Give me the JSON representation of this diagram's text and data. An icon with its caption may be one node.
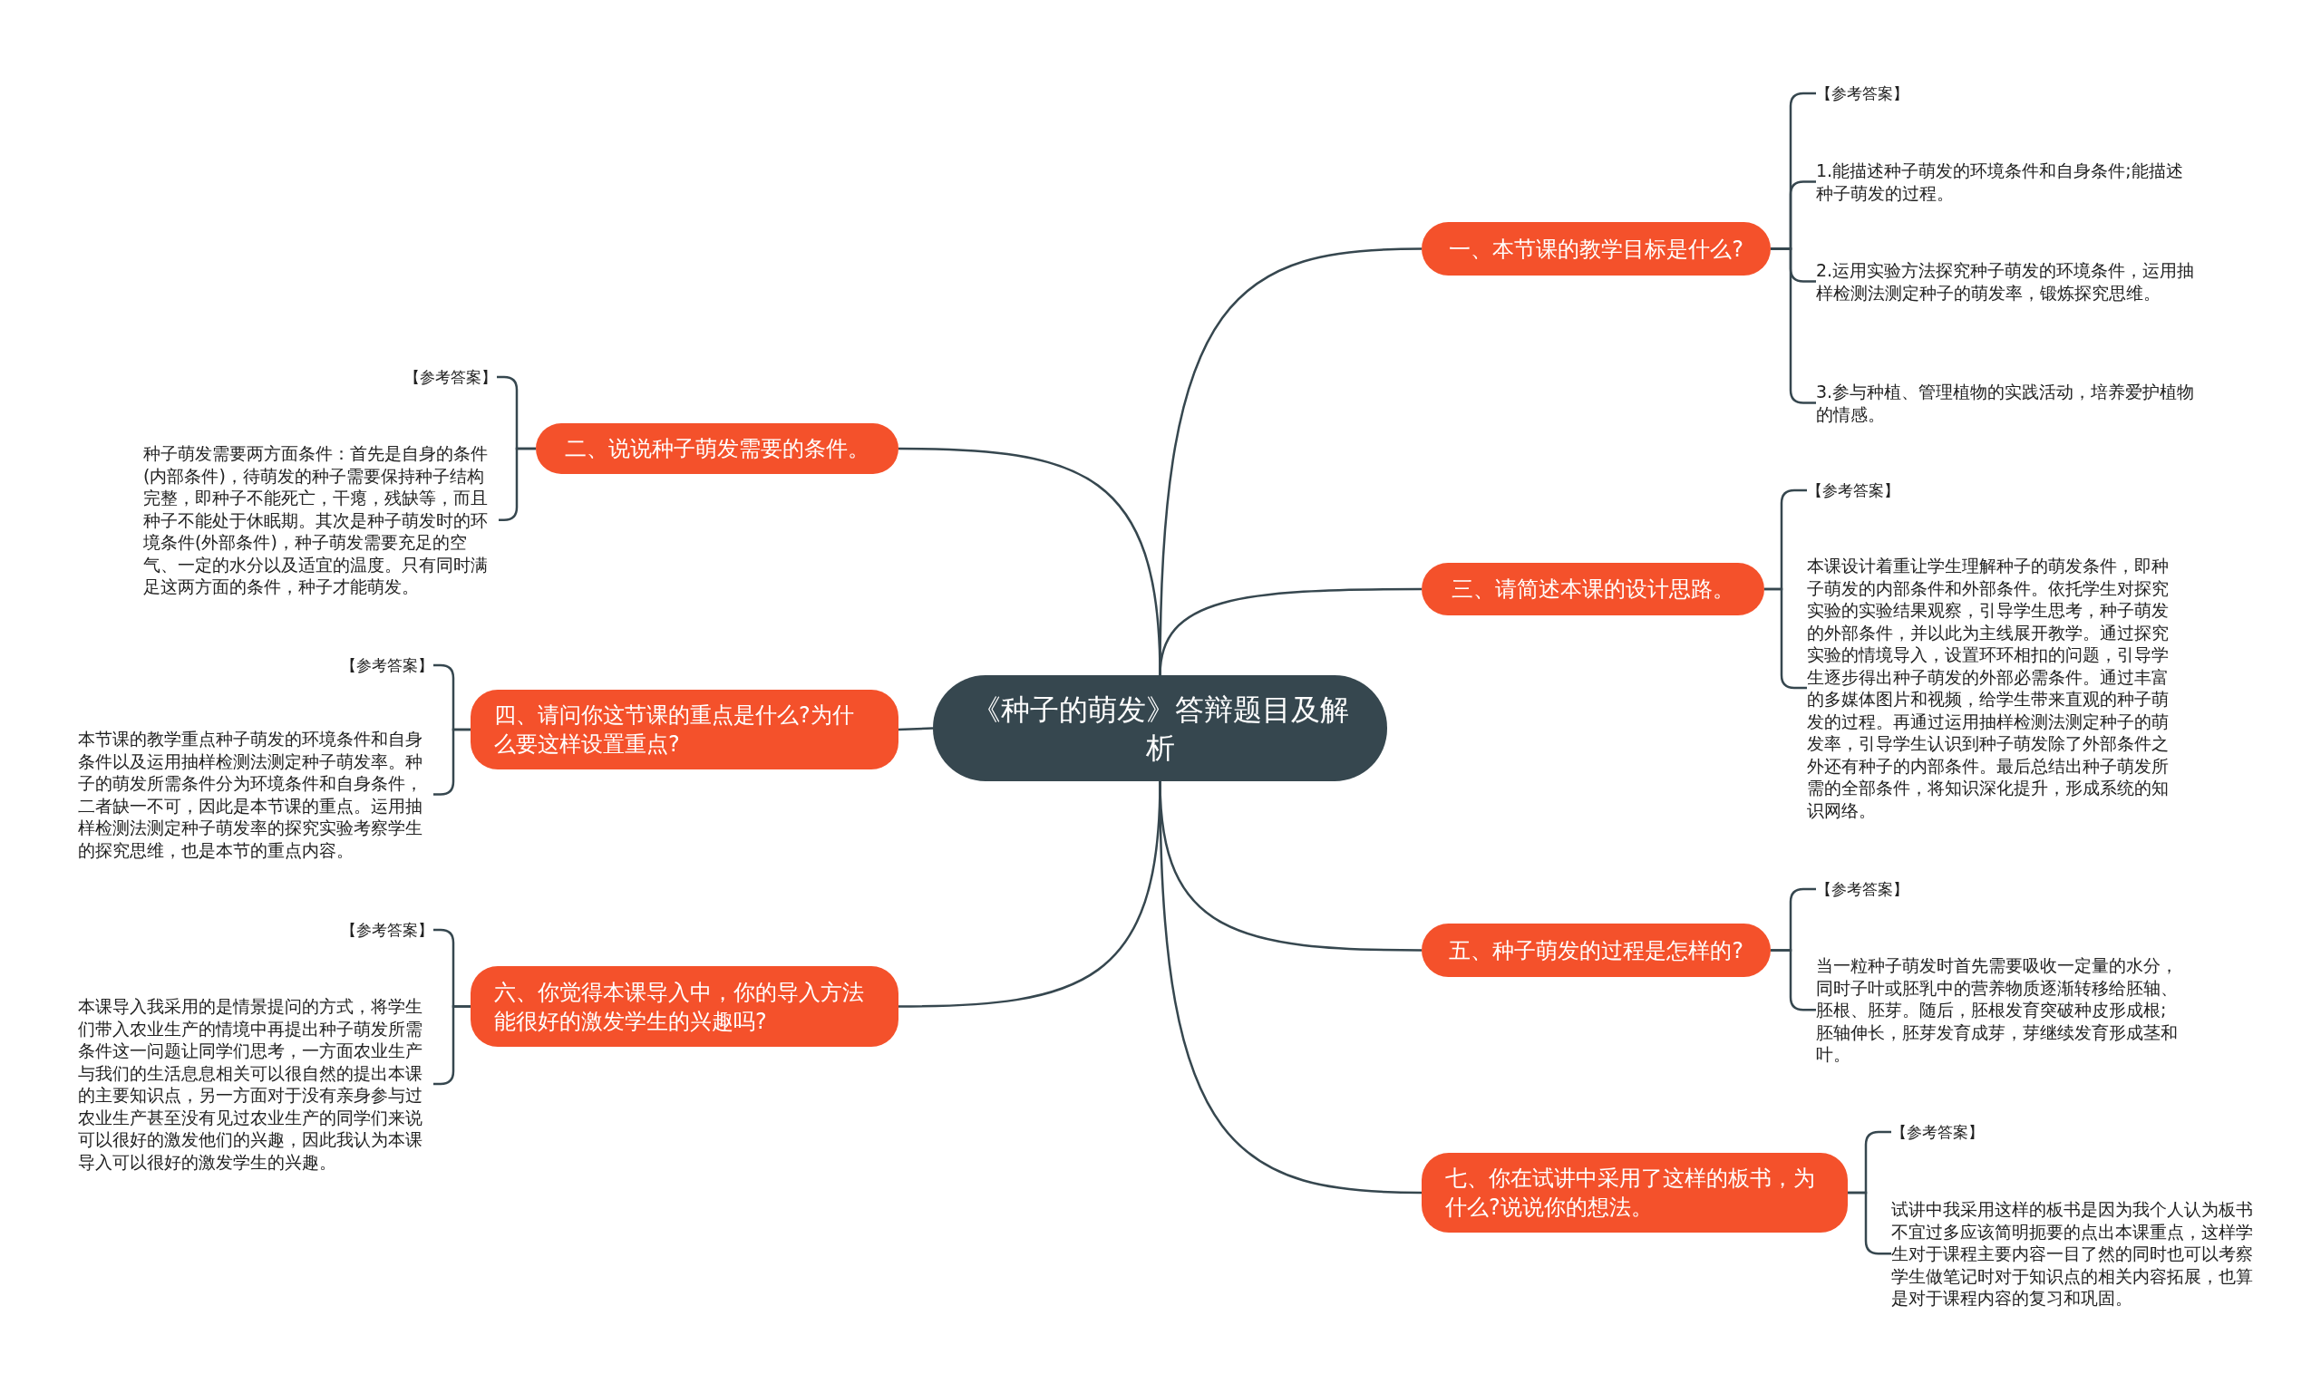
{
  "diagram": {
    "nodes": [
      {
        "text": [
          "《种子的萌发》答辩题目及解析"
        ]
      },
      {
        "text": [
          "一、本节课的教学目标是什么?"
        ]
      },
      {
        "text": [
          "【参考答案】"
        ]
      },
      {
        "text": [
          "1.能描述种子萌发的环境条件和自身条件;能描述种子萌发的过程。"
        ]
      },
      {
        "text": [
          "2.运用实验方法探究种子萌发的环境条件，运用抽样检测法测定种子的萌发率，锻炼探究思维。"
        ]
      },
      {
        "text": [
          "3.参与种植、管理植物的实践活动，培养爱护植物的情感。"
        ]
      },
      {
        "text": [
          "二、说说种子萌发需要的条件。"
        ]
      },
      {
        "text": [
          "【参考答案】"
        ]
      },
      {
        "text": [
          "种子萌发需要两方面条件：首先是自身的条件(内部条件)，待萌发的种子需要保持种子结构完整，即种子不能死亡，干瘪，残缺等，而且种子不能处于休眠期。其次是种子萌发时的环境条件(外部条件)，种子萌发需要充足的空气、一定的水分以及适宜的温度。只有同时满足这两方面的条件，种子才能萌发。"
        ]
      },
      {
        "text": [
          "三、请简述本课的设计思路。"
        ]
      },
      {
        "text": [
          "【参考答案】"
        ]
      },
      {
        "text": [
          "本课设计着重让学生理解种子的萌发条件，即种子萌发的内部条件和外部条件。依托学生对探究实验的实验结果观察，引导学生思考，种子萌发的外部条件，并以此为主线展开教学。通过探究实验的情境导入，设置环环相扣的问题，引导学生逐步得出种子萌发的外部必需条件。通过丰富的多媒体图片和视频，给学生带来直观的种子萌发的过程。再通过运用抽样检测法测定种子的萌发率，引导学生认识到种子萌发除了外部条件之外还有种子的内部条件。最后总结出种子萌发所需的全部条件，将知识深化提升，形成系统的知识网络。"
        ]
      },
      {
        "text": [
          "四、请问你这节课的重点是什么?为什么要这样设置重点?"
        ]
      },
      {
        "text": [
          "【参考答案】"
        ]
      },
      {
        "text": [
          "本节课的教学重点种子萌发的环境条件和自身条件以及运用抽样检测法测定种子萌发率。种子的萌发所需条件分为环境条件和自身条件，二者缺一不可，因此是本节课的重点。运用抽样检测法测定种子萌发率的探究实验考察学生的探究思维，也是本节的重点内容。"
        ]
      },
      {
        "text": [
          "五、种子萌发的过程是怎样的?"
        ]
      },
      {
        "text": [
          "【参考答案】"
        ]
      },
      {
        "text": [
          "当一粒种子萌发时首先需要吸收一定量的水分，同时子叶或胚乳中的营养物质逐渐转移给胚轴、胚根、胚芽。随后，胚根发育突破种皮形成根;胚轴伸长，胚芽发育成芽，芽继续发育形成茎和叶。"
        ]
      },
      {
        "text": [
          "六、你觉得本课导入中，你的导入方法能很好的激发学生的兴趣吗?"
        ]
      },
      {
        "text": [
          "【参考答案】"
        ]
      },
      {
        "text": [
          "本课导入我采用的是情景提问的方式，将学生们带入农业生产的情境中再提出种子萌发所需条件这一问题让同学们思考，一方面农业生产与我们的生活息息相关可以很自然的提出本课的主要知识点，另一方面对于没有亲身参与过农业生产甚至没有见过农业生产的同学们来说可以很好的激发他们的兴趣，因此我认为本课导入可以很好的激发学生的兴趣。"
        ]
      },
      {
        "text": [
          "七、你在试讲中采用了这样的板书，为什么?说说你的想法。"
        ]
      },
      {
        "text": [
          "【参考答案】"
        ]
      },
      {
        "text": [
          "试讲中我采用这样的板书是因为我个人认为板书不宜过多应该简明扼要的点出本课重点，这样学生对于课程主要内容一目了然的同时也可以考察学生做笔记时对于知识点的相关内容拓展，也算是对于课程内容的复习和巩固。"
        ]
      }
    ],
    "edges": [
      {
        "from": 0,
        "to": 1,
        "arrow": "none"
      },
      {
        "from": 0,
        "to": 6,
        "arrow": "none"
      },
      {
        "from": 0,
        "to": 9,
        "arrow": "none"
      },
      {
        "from": 0,
        "to": 12,
        "arrow": "none"
      },
      {
        "from": 0,
        "to": 15,
        "arrow": "none"
      },
      {
        "from": 0,
        "to": 18,
        "arrow": "none"
      },
      {
        "from": 0,
        "to": 21,
        "arrow": "none"
      },
      {
        "from": 1,
        "to": 2,
        "arrow": "none"
      },
      {
        "from": 1,
        "to": 3,
        "arrow": "none"
      },
      {
        "from": 1,
        "to": 4,
        "arrow": "none"
      },
      {
        "from": 1,
        "to": 5,
        "arrow": "none"
      },
      {
        "from": 6,
        "to": 7,
        "arrow": "none"
      },
      {
        "from": 6,
        "to": 8,
        "arrow": "none"
      },
      {
        "from": 9,
        "to": 10,
        "arrow": "none"
      },
      {
        "from": 9,
        "to": 11,
        "arrow": "none"
      },
      {
        "from": 12,
        "to": 13,
        "arrow": "none"
      },
      {
        "from": 12,
        "to": 14,
        "arrow": "none"
      },
      {
        "from": 15,
        "to": 16,
        "arrow": "none"
      },
      {
        "from": 15,
        "to": 17,
        "arrow": "none"
      },
      {
        "from": 18,
        "to": 19,
        "arrow": "none"
      },
      {
        "from": 18,
        "to": 20,
        "arrow": "none"
      },
      {
        "from": 21,
        "to": 22,
        "arrow": "none"
      },
      {
        "from": 21,
        "to": 23,
        "arrow": "none"
      }
    ]
  }
}
